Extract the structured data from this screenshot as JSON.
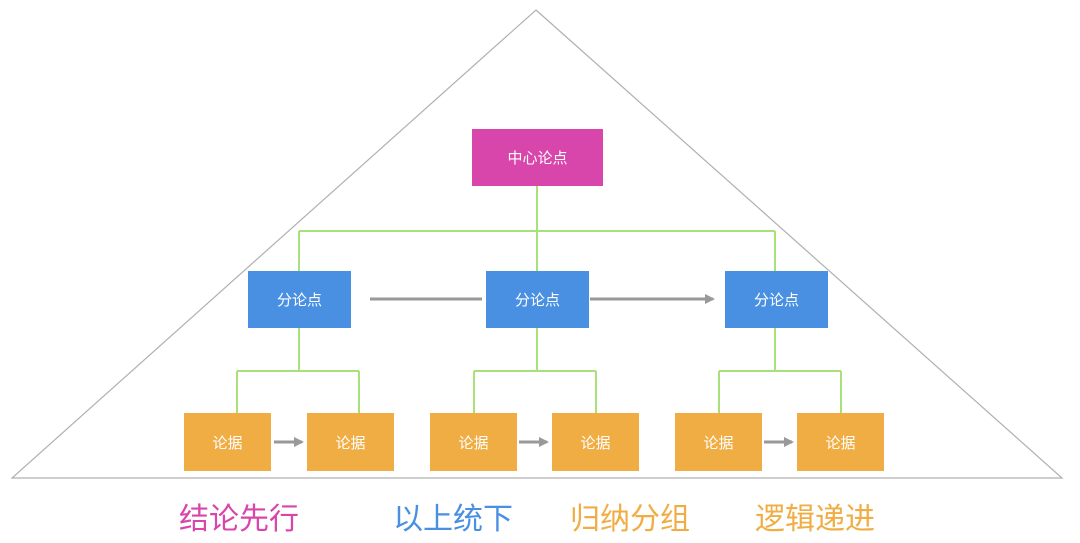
{
  "diagram": {
    "central_point": "中心论点",
    "sub_points": [
      "分论点",
      "分论点",
      "分论点"
    ],
    "evidence": [
      "论据",
      "论据",
      "论据",
      "论据",
      "论据",
      "论据"
    ]
  },
  "principles": [
    {
      "text": "结论先行",
      "color": "#d946ab"
    },
    {
      "text": "以上统下",
      "color": "#4a90e2"
    },
    {
      "text": "归纳分组",
      "color": "#f0ad44"
    },
    {
      "text": "逻辑递进",
      "color": "#f0ad44"
    }
  ],
  "colors": {
    "central": "#d946ab",
    "sub": "#4a90e2",
    "evidence": "#f0ad44",
    "connector": "#a8e07a",
    "arrow": "#999999",
    "pyramid": "#b0b0b0"
  }
}
